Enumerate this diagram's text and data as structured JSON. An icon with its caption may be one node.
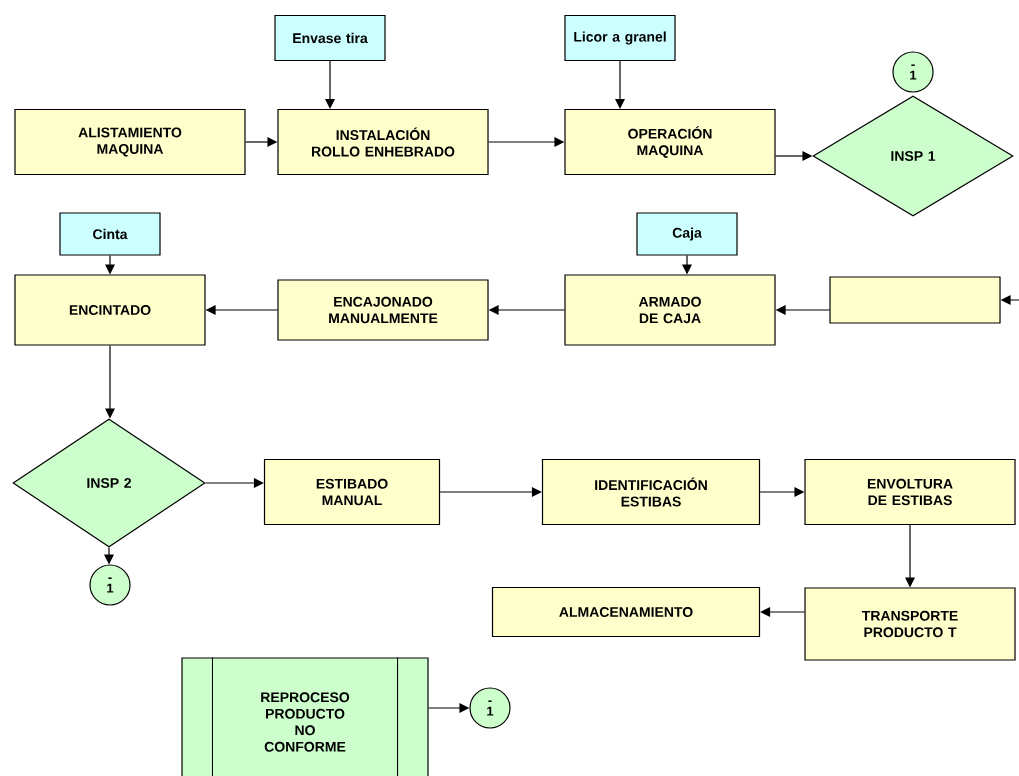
{
  "diagram": {
    "nodes": [
      {
        "text": [
          "Envase tira"
        ]
      },
      {
        "text": [
          "Licor a granel"
        ]
      },
      {
        "text": [
          "- 1"
        ]
      },
      {
        "text": [
          "ALISTAMIENTO MAQUINA"
        ]
      },
      {
        "text": [
          "INSTALACIÓN ROLLO ENHEBRADO"
        ]
      },
      {
        "text": [
          "OPERACIÓN MAQUINA"
        ]
      },
      {
        "text": [
          "INSP 1"
        ]
      },
      {
        "text": [
          "Cinta"
        ]
      },
      {
        "text": [
          "Caja"
        ]
      },
      {
        "text": [
          "ENCINTADO"
        ]
      },
      {
        "text": [
          "ENCAJONADO MANUALMENTE"
        ]
      },
      {
        "text": [
          "ARMADO DE CAJA"
        ]
      },
      {
        "text": [],
        "shape": "box"
      },
      {
        "text": [
          "INSP 2"
        ]
      },
      {
        "text": [
          "- 1"
        ]
      },
      {
        "text": [
          "ESTIBADO MANUAL"
        ]
      },
      {
        "text": [
          "IDENTIFICACIÓN ESTIBAS"
        ]
      },
      {
        "text": [
          "ENVOLTURA DE ESTIBAS"
        ]
      },
      {
        "text": [
          "ALMACENAMIENTO"
        ]
      },
      {
        "text": [
          "TRANSPORTE PRODUCTO T"
        ]
      },
      {
        "text": [
          "REPROCESO PRODUCTO NO CONFORME"
        ]
      },
      {
        "text": [
          "- 1"
        ]
      }
    ],
    "edges": [
      {
        "from": 0,
        "to": 4,
        "arrow": "to"
      },
      {
        "from": 1,
        "to": 5,
        "arrow": "to"
      },
      {
        "from": 3,
        "to": 4,
        "arrow": "to"
      },
      {
        "from": 4,
        "to": 5,
        "arrow": "to"
      },
      {
        "from": 5,
        "to": 6,
        "arrow": "to"
      },
      {
        "from": 7,
        "to": 9,
        "arrow": "to"
      },
      {
        "from": 8,
        "to": 11,
        "arrow": "to"
      },
      {
        "from": null,
        "to": 12,
        "arrow": "to"
      },
      {
        "from": 12,
        "to": 11,
        "arrow": "to"
      },
      {
        "from": 11,
        "to": 10,
        "arrow": "to"
      },
      {
        "from": 10,
        "to": 9,
        "arrow": "to"
      },
      {
        "from": 9,
        "to": 13,
        "arrow": "to"
      },
      {
        "from": 13,
        "to": 14,
        "arrow": "to"
      },
      {
        "from": 13,
        "to": 15,
        "arrow": "to"
      },
      {
        "from": 15,
        "to": 16,
        "arrow": "to"
      },
      {
        "from": 16,
        "to": 17,
        "arrow": "to"
      },
      {
        "from": 17,
        "to": 19,
        "arrow": "to"
      },
      {
        "from": 19,
        "to": 18,
        "arrow": "to"
      },
      {
        "from": 20,
        "to": 21,
        "arrow": "to"
      }
    ]
  }
}
